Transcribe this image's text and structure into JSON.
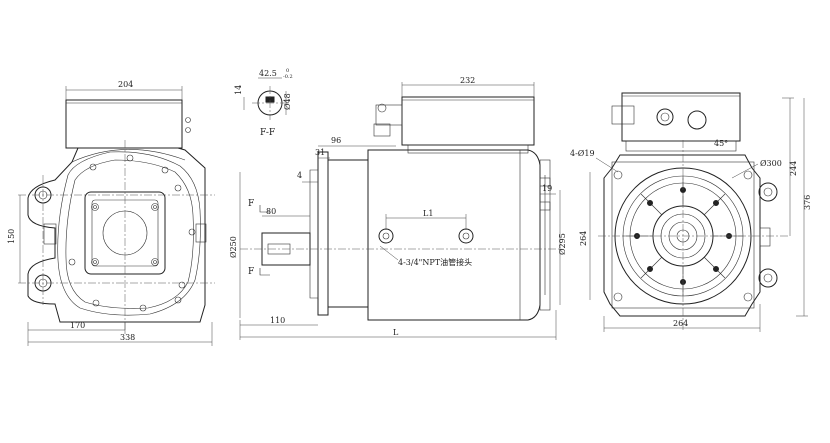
{
  "drawing": {
    "view_left": {
      "top_width": "204",
      "bottom_inner": "170",
      "bottom_overall": "338",
      "left_height": "150"
    },
    "section_ff": {
      "label": "F-F",
      "width": "42.5",
      "tolerance_top": "0",
      "tolerance_bottom": "-0.2",
      "left_dim": "14",
      "diameter": "Ø48"
    },
    "view_side": {
      "box_width": "232",
      "flange_offset": "96",
      "flange_thickness": "31",
      "small_gap": "4",
      "shaft_offset": "80",
      "shaft_length": "110",
      "overall_length": "L",
      "port_spacing": "L1",
      "port_note": "4-3/4\"NPT油管接头",
      "right_gap": "19",
      "shaft_dia": "Ø250",
      "body_dia": "Ø295",
      "section_marker_top": "F",
      "section_marker_bottom": "F"
    },
    "view_right": {
      "holes": "4-Ø19",
      "angle": "45°",
      "pcd": "Ø300",
      "top_height": "244",
      "overall_height": "376",
      "flange_square": "264",
      "bottom_width": "264"
    }
  }
}
